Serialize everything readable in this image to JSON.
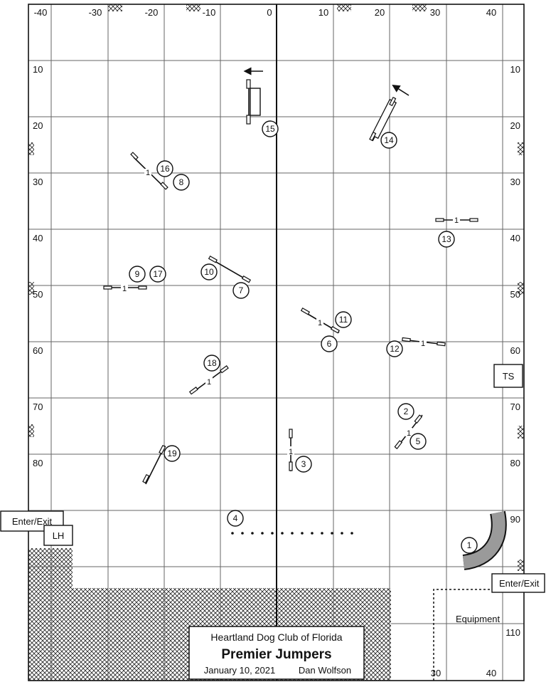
{
  "course": {
    "club": "Heartland Dog Club of Florida",
    "class_name": "Premier Jumpers",
    "date": "January 10, 2021",
    "judge": "Dan Wolfson"
  },
  "axis": {
    "top_labels": [
      "-40",
      "-30",
      "-20",
      "-10",
      "0",
      "10",
      "20",
      "30",
      "40"
    ],
    "left_labels": [
      "10",
      "20",
      "30",
      "40",
      "50",
      "60",
      "70",
      "80"
    ],
    "right_labels": [
      "10",
      "20",
      "30",
      "40",
      "50",
      "60",
      "70",
      "80",
      "90",
      "110"
    ],
    "bottom_labels": [
      "30",
      "40"
    ]
  },
  "obstacles": {
    "numbers": [
      "1",
      "2",
      "3",
      "4",
      "5",
      "6",
      "7",
      "8",
      "9",
      "10",
      "11",
      "12",
      "13",
      "14",
      "15",
      "16",
      "17",
      "18",
      "19"
    ],
    "bar_marker": "1"
  },
  "labels": {
    "enter_exit_left": "Enter/Exit",
    "lh": "LH",
    "ts": "TS",
    "enter_exit_right": "Enter/Exit",
    "equipment": "Equipment"
  }
}
